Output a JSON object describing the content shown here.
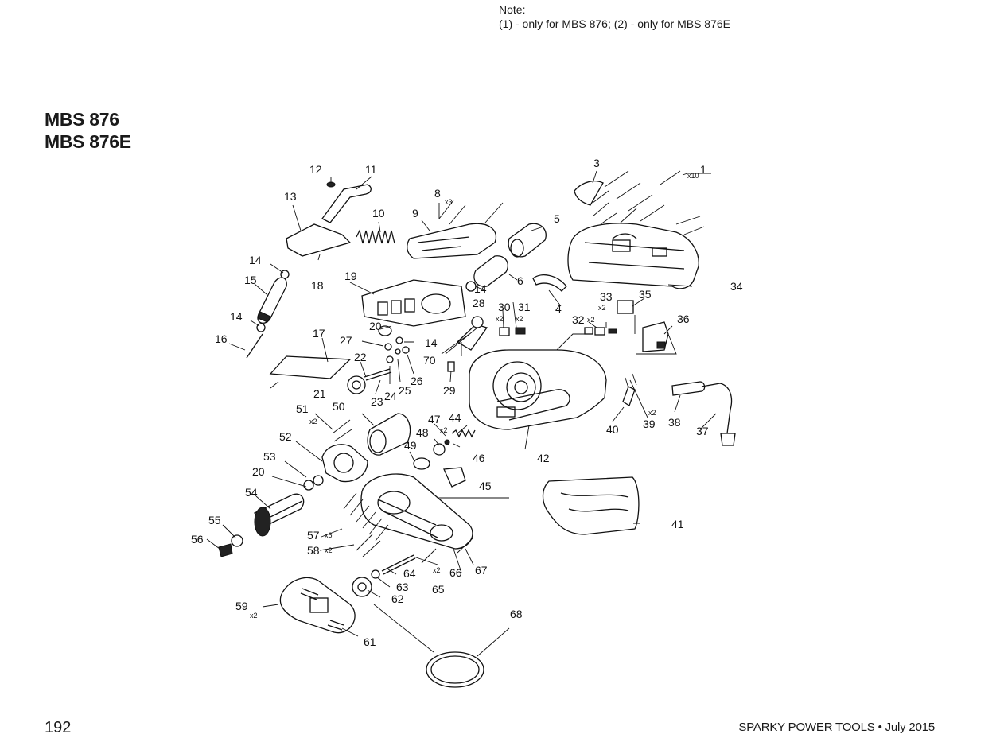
{
  "note": {
    "title": "Note:",
    "text": "(1) - only for MBS 876; (2) - only for MBS 876E"
  },
  "models": [
    "MBS 876",
    "MBS 876E"
  ],
  "page_number": "192",
  "footer": "SPARKY POWER TOOLS • July 2015",
  "parts": [
    {
      "label": "1",
      "qty": "x10"
    },
    {
      "label": "3"
    },
    {
      "label": "4"
    },
    {
      "label": "5"
    },
    {
      "label": "6"
    },
    {
      "label": "8",
      "qty": "x3"
    },
    {
      "label": "9"
    },
    {
      "label": "10"
    },
    {
      "label": "11"
    },
    {
      "label": "12"
    },
    {
      "label": "13"
    },
    {
      "label": "14"
    },
    {
      "label": "14"
    },
    {
      "label": "14"
    },
    {
      "label": "14"
    },
    {
      "label": "15"
    },
    {
      "label": "16"
    },
    {
      "label": "17"
    },
    {
      "label": "18"
    },
    {
      "label": "19"
    },
    {
      "label": "20"
    },
    {
      "label": "20"
    },
    {
      "label": "21"
    },
    {
      "label": "22"
    },
    {
      "label": "23"
    },
    {
      "label": "24"
    },
    {
      "label": "25"
    },
    {
      "label": "26"
    },
    {
      "label": "27"
    },
    {
      "label": "28"
    },
    {
      "label": "29"
    },
    {
      "label": "30",
      "qty": "x2"
    },
    {
      "label": "31",
      "qty": "x2"
    },
    {
      "label": "32",
      "qty": "x2"
    },
    {
      "label": "33",
      "qty": "x2"
    },
    {
      "label": "34"
    },
    {
      "label": "35"
    },
    {
      "label": "36"
    },
    {
      "label": "37"
    },
    {
      "label": "38"
    },
    {
      "label": "39",
      "qty": "x2"
    },
    {
      "label": "40"
    },
    {
      "label": "41"
    },
    {
      "label": "42"
    },
    {
      "label": "44"
    },
    {
      "label": "45"
    },
    {
      "label": "46"
    },
    {
      "label": "47",
      "qty": "x2"
    },
    {
      "label": "48"
    },
    {
      "label": "49"
    },
    {
      "label": "50"
    },
    {
      "label": "51",
      "qty": "x2"
    },
    {
      "label": "52"
    },
    {
      "label": "53"
    },
    {
      "label": "54"
    },
    {
      "label": "55"
    },
    {
      "label": "56"
    },
    {
      "label": "57",
      "qty": "x6"
    },
    {
      "label": "58",
      "qty": "x2"
    },
    {
      "label": "59",
      "qty": "x2"
    },
    {
      "label": "61"
    },
    {
      "label": "62"
    },
    {
      "label": "63"
    },
    {
      "label": "64"
    },
    {
      "label": "65"
    },
    {
      "label": "66",
      "qty": "x2"
    },
    {
      "label": "67"
    },
    {
      "label": "68"
    },
    {
      "label": "70"
    }
  ]
}
